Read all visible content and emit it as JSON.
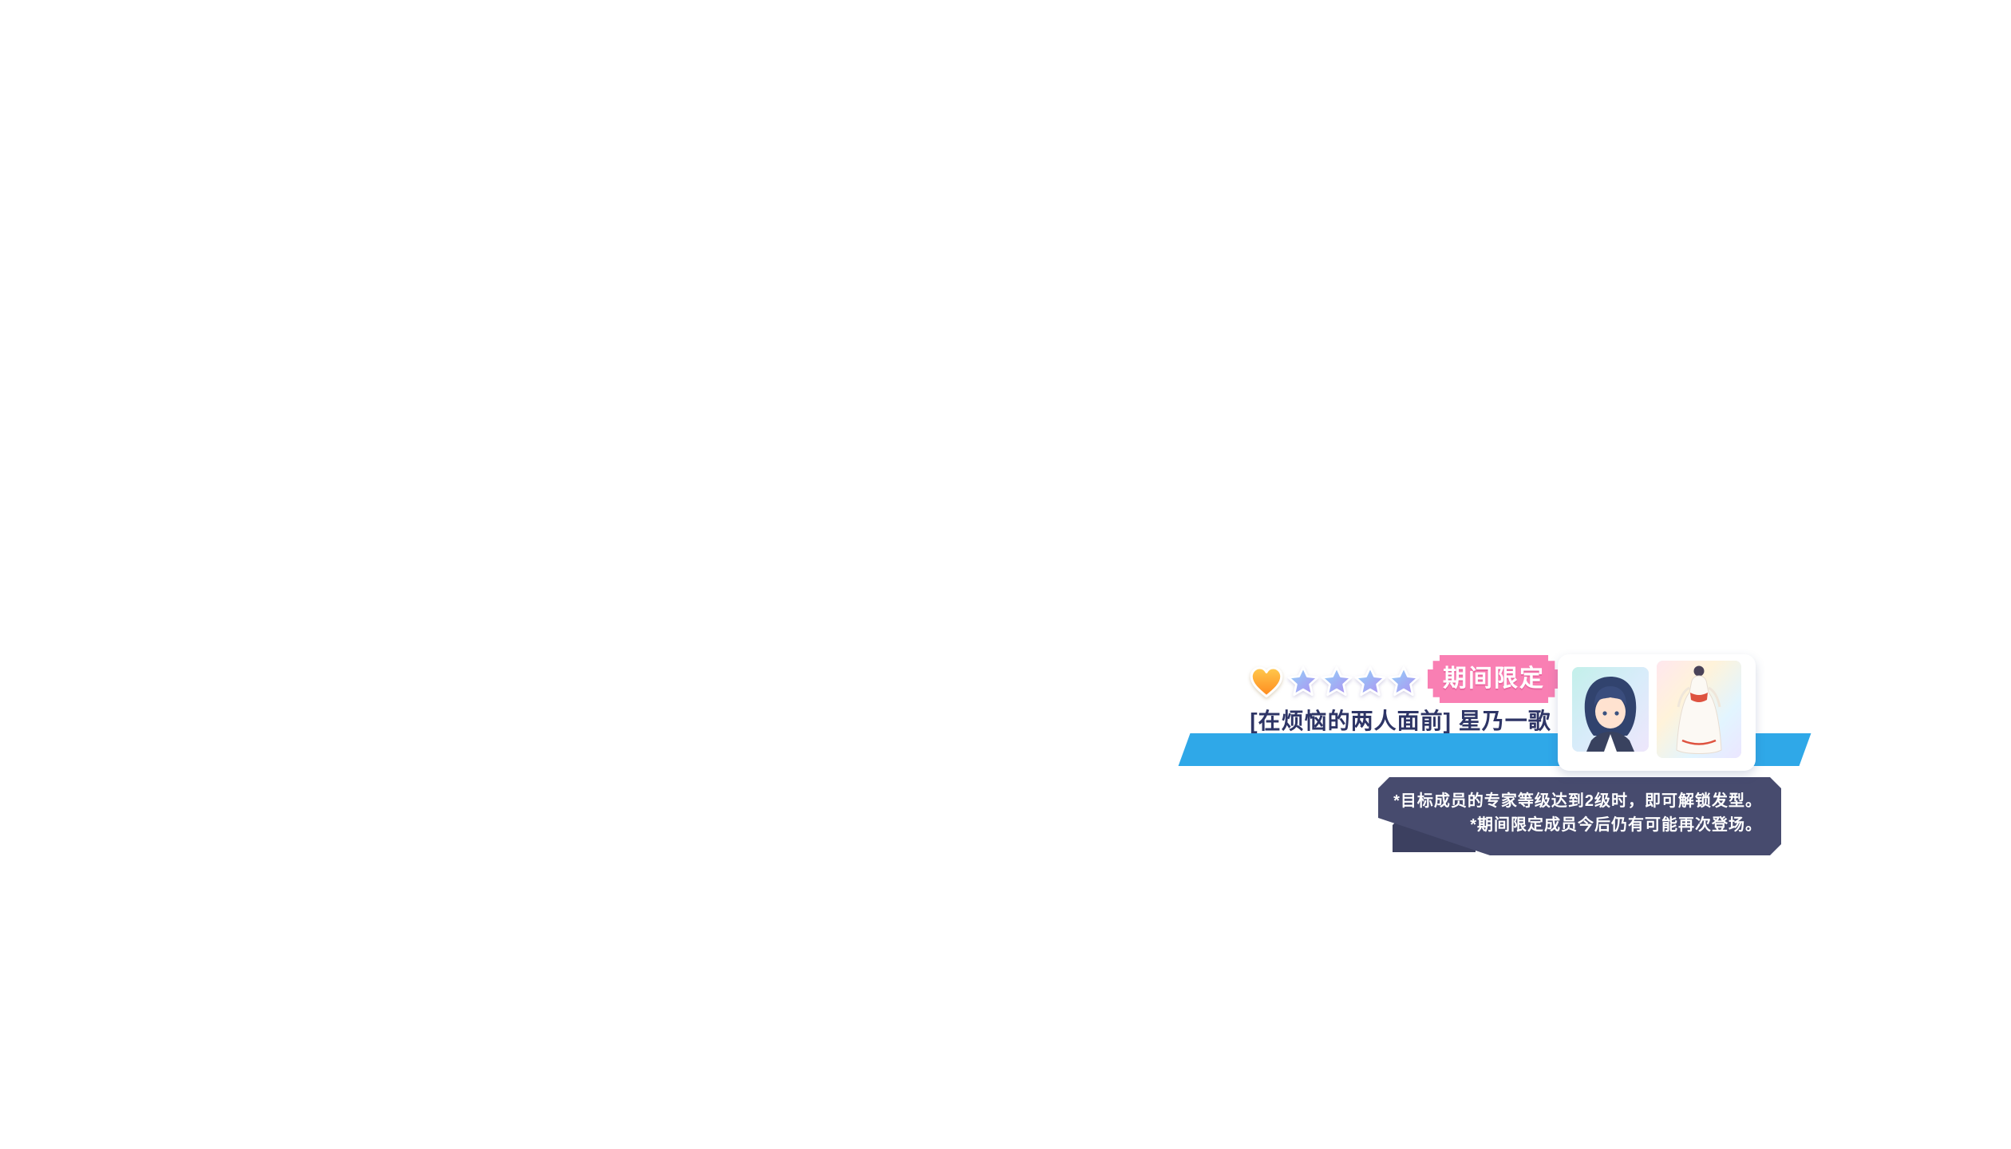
{
  "banner": {
    "limited_badge": "期间限定",
    "title": "[在烦恼的两人面前] 星乃一歌",
    "rarity": 4,
    "attribute": "happy-heart"
  },
  "notes": {
    "line1": "*目标成员的专家等级达到2级时，即可解锁发型。",
    "line2": "*期间限定成员今后仍有可能再次登场。"
  },
  "colors": {
    "ribbon_blue": "#2fa8e8",
    "badge_pink": "#f97fb3",
    "title_navy": "#2e3566",
    "note_navy": "#474b6e",
    "note_navy_dark": "#3c4060",
    "star_blue": "#8fd6f9",
    "star_purple": "#b08df0",
    "heart_orange": "#ff8a1e",
    "heart_orange_light": "#ffc94d"
  }
}
